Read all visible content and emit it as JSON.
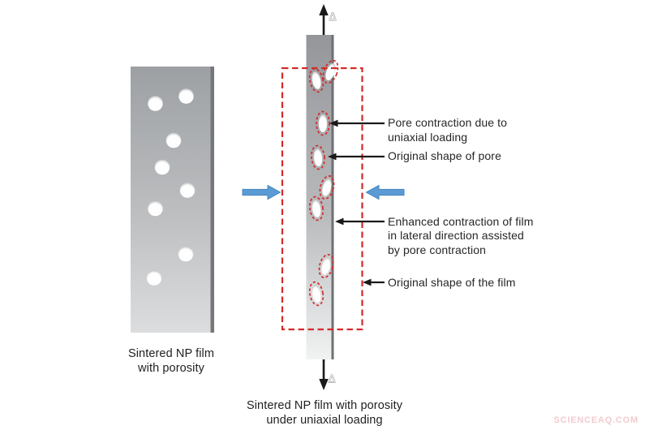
{
  "figure": {
    "left_panel": {
      "caption": "Sintered NP film\nwith porosity"
    },
    "right_panel": {
      "caption": "Sintered NP film with porosity\nunder uniaxial loading",
      "delta_symbol": "Δ"
    },
    "annotations": {
      "pore_contraction": "Pore contraction due to\nuniaxial loading",
      "original_pore": "Original shape of pore",
      "enhanced_contraction": "Enhanced contraction of film\nin lateral direction assisted\nby pore contraction",
      "original_film": "Original shape of the film"
    },
    "watermark": "SCIENCEAQ.COM",
    "colors": {
      "film_gray_top": "#9b9da0",
      "film_gray_bottom": "#eceded",
      "film_edge_dark": "#717376",
      "pore_fill": "#ffffff",
      "red_dashed": "#d42a2a",
      "blue_arrow": "#5b9bd5",
      "blue_arrow_border": "#4a86bf",
      "black_line": "#1a1a1a",
      "watermark_pink": "#f2ccd0"
    }
  }
}
